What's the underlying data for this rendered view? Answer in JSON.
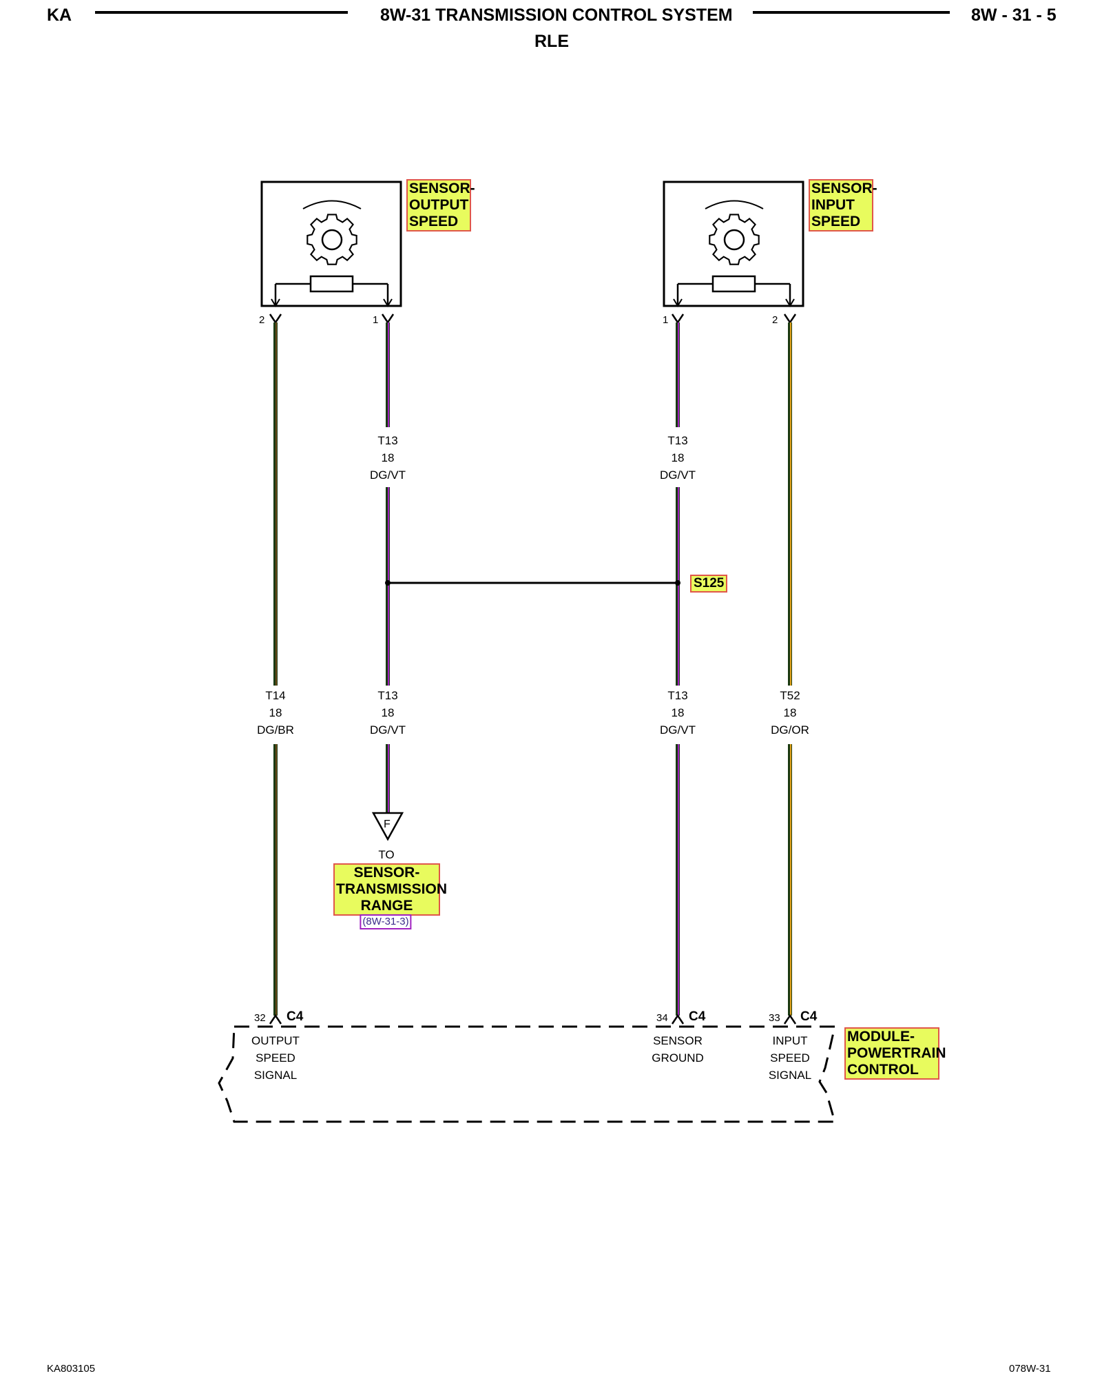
{
  "header": {
    "left": "KA",
    "title": "8W-31 TRANSMISSION CONTROL SYSTEM",
    "subtitle": "RLE",
    "page": "8W - 31 - 5"
  },
  "components": {
    "output_sensor": "SENSOR-\nOUTPUT\nSPEED",
    "input_sensor": "SENSOR-\nINPUT\nSPEED",
    "splice": "S125",
    "trs_to": "TO",
    "trs_name": "SENSOR-\nTRANSMISSION\nRANGE",
    "trs_ref": "(8W-31-3)",
    "trs_connector_letter": "F",
    "pcm": "MODULE-\nPOWERTRAIN\nCONTROL"
  },
  "pins": {
    "out_pin2": "2",
    "out_pin1": "1",
    "in_pin1": "1",
    "in_pin2": "2",
    "c4_32": "32",
    "c4_34": "34",
    "c4_33": "33",
    "c4_label": "C4"
  },
  "wires": {
    "t13_a_upper": {
      "circuit": "T13",
      "gauge": "18",
      "color": "DG/VT"
    },
    "t13_b_upper": {
      "circuit": "T13",
      "gauge": "18",
      "color": "DG/VT"
    },
    "t14": {
      "circuit": "T14",
      "gauge": "18",
      "color": "DG/BR"
    },
    "t13_a_lower": {
      "circuit": "T13",
      "gauge": "18",
      "color": "DG/VT"
    },
    "t13_b_lower": {
      "circuit": "T13",
      "gauge": "18",
      "color": "DG/VT"
    },
    "t52": {
      "circuit": "T52",
      "gauge": "18",
      "color": "DG/OR"
    }
  },
  "pcm_pins": {
    "p32": "OUTPUT\nSPEED\nSIGNAL",
    "p34": "SENSOR\nGROUND",
    "p33": "INPUT\nSPEED\nSIGNAL"
  },
  "footer": {
    "left": "KA803105",
    "right": "078W-31"
  },
  "colors": {
    "highlight": "#e8fb5e",
    "highlight_border": "#e0564a",
    "dark_green": "#1a3a12",
    "violet": "#a020c0",
    "brown": "#6b4a1a",
    "orange": "#e3a21a"
  }
}
